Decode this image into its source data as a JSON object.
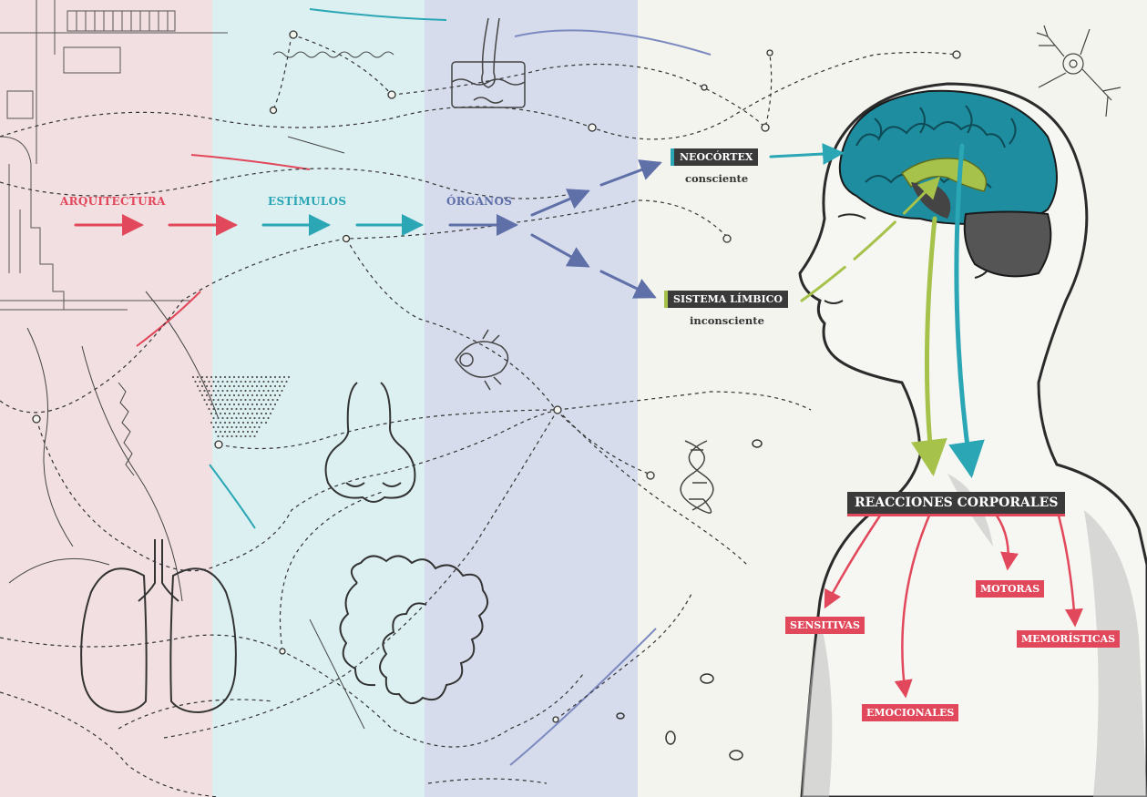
{
  "flow": {
    "arquitectura": "ARQUITECTURA",
    "estimulos": "ESTÍMULOS",
    "organos": "ÓRGANOS"
  },
  "brain": {
    "neocortex": "NEOCÓRTEX",
    "neocortex_sub": "consciente",
    "limbico": "SISTEMA LÍMBICO",
    "limbico_sub": "inconsciente"
  },
  "reactions": {
    "title": "REACCIONES CORPORALES",
    "sensitivas": "SENSITIVAS",
    "emocionales": "EMOCIONALES",
    "motoras": "MOTORAS",
    "memoristicas": "MEMORÍSTICAS"
  },
  "colors": {
    "arquitectura": "#e2485b",
    "estimulos": "#2aa6b5",
    "organos": "#5f6fa8",
    "neocortex": "#2aa6b5",
    "limbico": "#a6c24a",
    "reacciones": "#e2485b",
    "band_pink": "#f2dfe1",
    "band_cyan": "#dcf0f2",
    "band_blue": "#d6dcec"
  }
}
